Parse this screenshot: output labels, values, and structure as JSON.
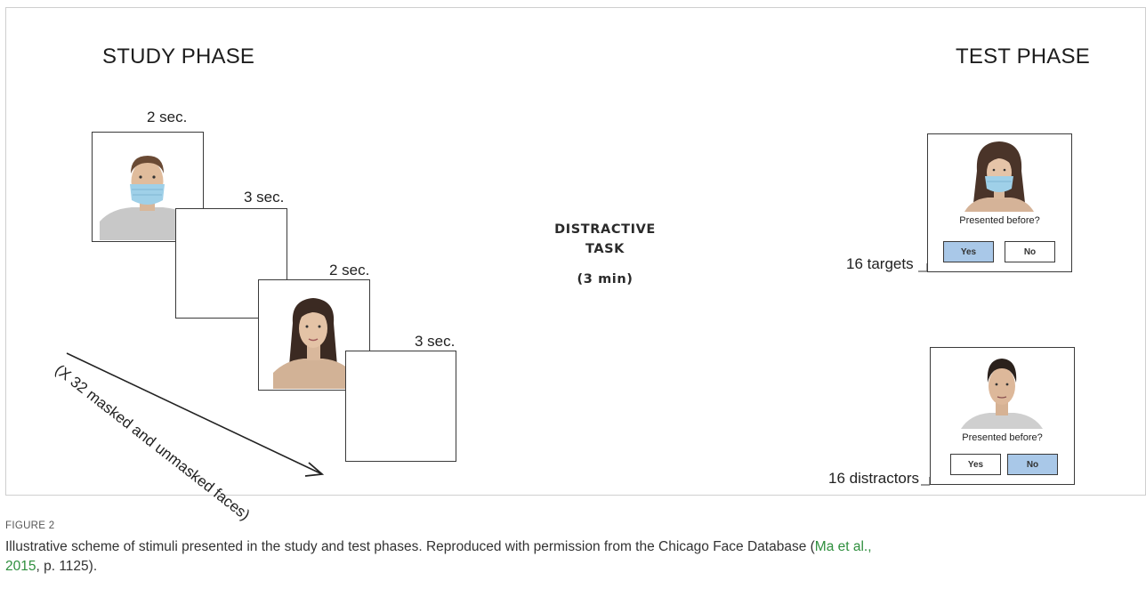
{
  "figure": {
    "study_title": "STUDY PHASE",
    "test_title": "TEST PHASE",
    "durations": [
      "2 sec.",
      "3 sec.",
      "2 sec.",
      "3 sec."
    ],
    "repeat_note": "(X 32 masked and unmasked faces)",
    "distractive": {
      "line1": "DISTRACTIVE",
      "line2": "TASK",
      "duration": "(3 min)"
    },
    "test_panels": [
      {
        "count_label": "16 targets",
        "question": "Presented before?",
        "yes": "Yes",
        "no": "No",
        "selected": "Yes"
      },
      {
        "count_label": "16 distractors",
        "question": "Presented before?",
        "yes": "Yes",
        "no": "No",
        "selected": "No"
      }
    ]
  },
  "caption": {
    "kicker": "FIGURE 2",
    "text_before": "Illustrative scheme of stimuli presented in the study and test phases. Reproduced with permission from the Chicago Face Database (",
    "link1": "Ma et al.,",
    "link2": "2015",
    "text_after": ", p. 1125)."
  },
  "colors": {
    "selected_button": "#a9c8e8",
    "link": "#2f8f3e",
    "mask": "#9fd0e8"
  }
}
